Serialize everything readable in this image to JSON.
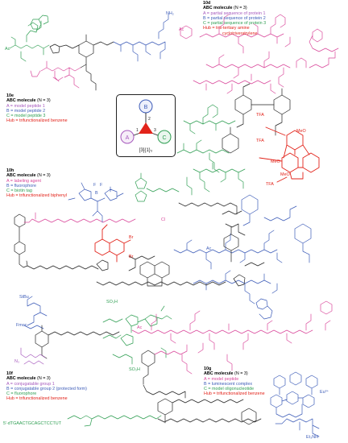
{
  "colors": {
    "A": "#a659bd",
    "B": "#3d5cb8",
    "C": "#2e9e52",
    "hub": "#e2231a",
    "pink": "#d9479a",
    "green": "#2e9e52",
    "blue": "#3d5cb8",
    "ink": "#222222"
  },
  "center_box": {
    "A": "A",
    "B": "B",
    "C": "C",
    "n1": "1",
    "n2": "2",
    "n3": "3",
    "formula": "[3]{1}₃"
  },
  "molecules": {
    "m10d": {
      "id": "10d",
      "title": "ABC molecule",
      "n": "(N = 3)",
      "lines": [
        "A = partial sequence of protein 1",
        "B = partial sequence of protein 2",
        "C = partial sequence of protein 3",
        "Hub = tris-tertiary amine",
        "cyclotriveratrylene"
      ]
    },
    "m10e": {
      "id": "10e",
      "title": "ABC molecule",
      "n": "(N = 3)",
      "lines": [
        "A = model peptide 1",
        "B = model peptide 2",
        "C = model peptide 3",
        "Hub = trifunctionalized benzene"
      ]
    },
    "m10h": {
      "id": "10h",
      "title": "ABC molecule",
      "n": "(N = 3)",
      "lines": [
        "A = labeling agent",
        "B = fluorophore",
        "C = biotin tag",
        "Hub = trifunctionalized biphenyl"
      ]
    },
    "m10f": {
      "id": "10f",
      "title": "ABC molecule",
      "n": "(N = 3)",
      "lines": [
        "A = conjugatable group 1",
        "B = conjugatable group 2 (protected form)",
        "C = fluorophore",
        "Hub = trifunctionalized benzene"
      ]
    },
    "m10g": {
      "id": "10g",
      "title": "ABC molecule",
      "n": "(N = 3)",
      "lines": [
        "A = model peptide",
        "B = luminescent complex",
        "C = model oligonucleotide",
        "Hub = trifunctionalized benzene"
      ]
    }
  },
  "structure_labels": {
    "ac1": "Ac",
    "ac2": "Ac",
    "ac3": "Ac",
    "ac4": "Ac",
    "nh2": "NH₂",
    "tfa1": "TFA",
    "tfa2": "TFA",
    "tfa3": "TFA",
    "meo1": "MeO",
    "meo2": "MeO",
    "meo3": "MeO",
    "b": "B",
    "f1": "F",
    "f2": "F",
    "br1": "Br",
    "br2": "Br",
    "stbu": "StBu",
    "fmoc": "Fmoc",
    "n3": "N₃",
    "cl": "Cl",
    "so3h1": "SO₃H",
    "so3h2": "SO₃H",
    "eu": "Eu³⁺",
    "et3nh": "Et₃NH",
    "oligo": "5′-dTGAACTGCAGCTCCTUT"
  }
}
